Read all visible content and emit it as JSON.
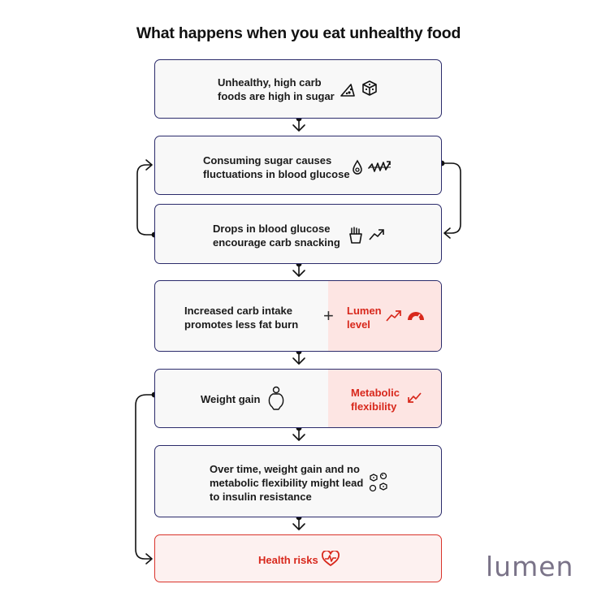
{
  "title": "What happens when you eat unhealthy food",
  "steps": [
    {
      "lines": [
        "Unhealthy, high carb",
        "foods are high in sugar"
      ],
      "icons": [
        "pizza-slice-icon",
        "sugar-cube-icon"
      ]
    },
    {
      "lines": [
        "Consuming sugar causes",
        "fluctuations in blood glucose"
      ],
      "icons": [
        "glucose-drop-icon",
        "zigzag-trend-icon"
      ]
    },
    {
      "lines": [
        "Drops in blood glucose",
        "encourage carb snacking"
      ],
      "icons": [
        "fries-icon",
        "trend-up-icon"
      ]
    },
    {
      "lines": [
        "Increased carb intake",
        "promotes less fat burn"
      ],
      "plus": "+",
      "highlight": {
        "lines": [
          "Lumen",
          "level"
        ],
        "icons": [
          "trend-up-icon",
          "gauge-icon"
        ]
      }
    },
    {
      "lines": [
        "Weight gain"
      ],
      "icons": [
        "body-weight-icon"
      ],
      "highlight": {
        "lines": [
          "Metabolic",
          "flexibility"
        ],
        "icons": [
          "trend-down-icon"
        ]
      }
    },
    {
      "lines": [
        "Over time, weight gain and no",
        "metabolic flexibility might lead",
        "to insulin resistance"
      ],
      "icons": [
        "cells-icon"
      ]
    },
    {
      "lines": [
        "Health risks"
      ],
      "icons": [
        "heart-pulse-icon"
      ]
    }
  ],
  "brand": {
    "logo": "lumen"
  },
  "colors": {
    "accent": "#d8281c",
    "border": "#2b2b6b",
    "highlight_bg": "#fde5e3"
  }
}
